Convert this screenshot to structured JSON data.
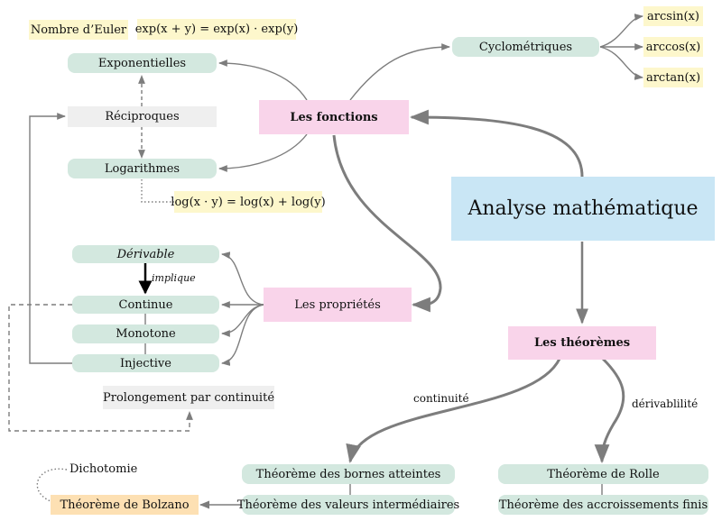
{
  "nodes": {
    "euler_label": "Nombre d’Euler",
    "euler_formula": "exp(x + y) = exp(x) · exp(y)",
    "exponentielles": "Exponentielles",
    "reciproques": "Réciproques",
    "logarithmes": "Logarithmes",
    "log_formula": "log(x · y) = log(x) + log(y)",
    "les_fonctions": "Les fonctions",
    "cyclometriques": "Cyclométriques",
    "arcsin": "arcsin(x)",
    "arccos": "arccos(x)",
    "arctan": "arctan(x)",
    "analyse": "Analyse mathématique",
    "derivable": "Dérivable",
    "implique": "implique",
    "continue": "Continue",
    "monotone": "Monotone",
    "injective": "Injective",
    "les_proprietes": "Les propriétés",
    "prolongement": "Prolongement par continuité",
    "les_theoremes": "Les théorèmes",
    "continuite": "continuité",
    "derivabilite": "dérivablilité",
    "bornes": "Théorème des bornes atteintes",
    "valeurs_inter": "Théorème des valeurs intermédiaires",
    "rolle": "Théorème de Rolle",
    "accroissements": "Théorème des accroissements finis",
    "dichotomie": "Dichotomie",
    "bolzano": "Théorème de Bolzano"
  },
  "colors": {
    "green": "#d3e8df",
    "pink": "#f9d4ea",
    "gray": "#efefef",
    "yellow": "#fdf7cc",
    "orange": "#fde0b3",
    "blue": "#c9e6f5",
    "edge": "#7d7d7d"
  }
}
